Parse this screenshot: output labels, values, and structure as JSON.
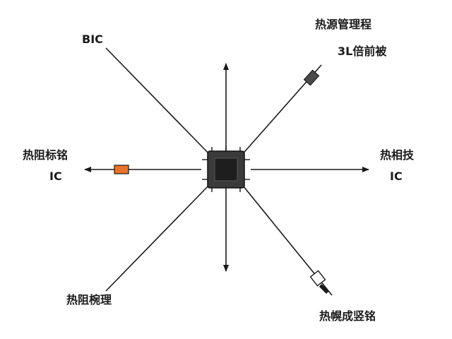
{
  "labels": {
    "top_left": "BIC",
    "top_right_line1": "热源管理程",
    "top_right_line2": "3L倍前被",
    "left_line1": "热阻标铭",
    "left_line2": "IC",
    "right_line1": "热相技",
    "right_line2": "IC",
    "bottom_left": "热阻椀理",
    "bottom_right": "热幌成竖铭"
  },
  "colors": {
    "stroke": "#1a1a1a",
    "chip_body": "#3a3a3a",
    "chip_core": "#1e1e1e",
    "left_component": "#e8742a",
    "top_right_component": "#4a4a4a",
    "bottom_right_component": "#ffffff"
  }
}
